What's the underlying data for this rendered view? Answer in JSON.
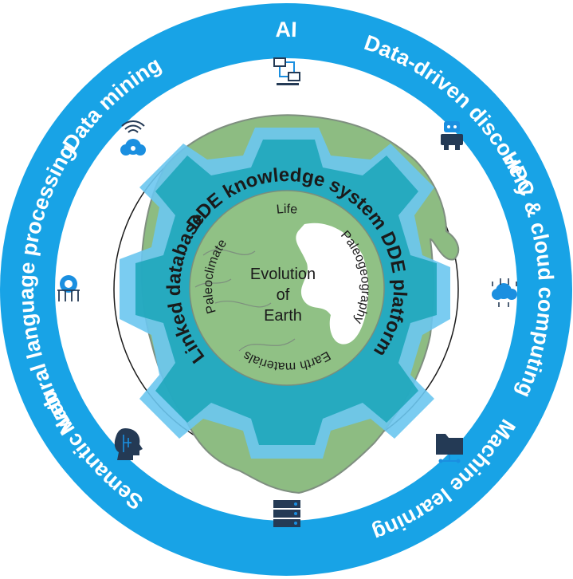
{
  "colors": {
    "outer_ring": "#18a3e6",
    "gear_light": "#6cc6f0",
    "gear_dark": "#1aa5b8",
    "land": "#8dbc82",
    "land_edge": "#7a8a7a",
    "inner_disc": "#90c185",
    "icon_dark": "#243a55",
    "icon_blue": "#1a8fe0"
  },
  "outer_ring_labels": [
    "AI",
    "Data-driven discovery",
    "HPC & cloud computing",
    "Machine learning",
    "Semantic web",
    "Natural language processing",
    "Data mining"
  ],
  "gear_labels": {
    "top": "DDE knowledge system",
    "right": "DDE platform",
    "left": "Linked database"
  },
  "inner_labels": {
    "life": "Life",
    "paleogeography": "Paleogeography",
    "earth_materials": "Earth materials",
    "paleoclimate": "Paleoclimate"
  },
  "core": {
    "line1": "Evolution",
    "line2": "of",
    "line3": "Earth"
  },
  "icons": [
    "network-computers-icon",
    "robot-icon",
    "cloud-circuit-icon",
    "folder-network-icon",
    "server-stack-icon",
    "brain-head-icon",
    "gear-circuit-icon",
    "wireless-cloud-icon"
  ]
}
